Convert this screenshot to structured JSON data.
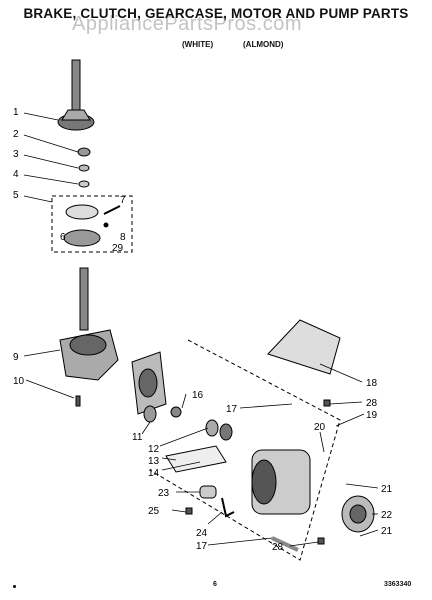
{
  "header": {
    "title": "BRAKE, CLUTCH, GEARCASE, MOTOR AND PUMP PARTS",
    "model_line": "",
    "color_white": "(WHITE)",
    "color_almond": "(ALMOND)"
  },
  "watermark": "AppliancePartsPros.com",
  "footer": {
    "page_number": "6",
    "document_number": "3363340"
  },
  "callouts": [
    {
      "id": "1",
      "text": "1"
    },
    {
      "id": "2",
      "text": "2"
    },
    {
      "id": "3",
      "text": "3"
    },
    {
      "id": "4",
      "text": "4"
    },
    {
      "id": "5",
      "text": "5"
    },
    {
      "id": "6",
      "text": "6"
    },
    {
      "id": "7",
      "text": "7"
    },
    {
      "id": "8",
      "text": "8"
    },
    {
      "id": "29",
      "text": "29"
    },
    {
      "id": "9",
      "text": "9"
    },
    {
      "id": "10",
      "text": "10"
    },
    {
      "id": "11",
      "text": "11"
    },
    {
      "id": "12",
      "text": "12"
    },
    {
      "id": "13",
      "text": "13"
    },
    {
      "id": "14",
      "text": "14"
    },
    {
      "id": "16",
      "text": "16"
    },
    {
      "id": "17a",
      "text": "17"
    },
    {
      "id": "17b",
      "text": "17"
    },
    {
      "id": "18",
      "text": "18"
    },
    {
      "id": "19",
      "text": "19"
    },
    {
      "id": "20",
      "text": "20"
    },
    {
      "id": "21a",
      "text": "21"
    },
    {
      "id": "21b",
      "text": "21"
    },
    {
      "id": "22",
      "text": "22"
    },
    {
      "id": "23",
      "text": "23"
    },
    {
      "id": "24",
      "text": "24"
    },
    {
      "id": "25",
      "text": "25"
    },
    {
      "id": "28a",
      "text": "28"
    },
    {
      "id": "28b",
      "text": "28"
    }
  ]
}
